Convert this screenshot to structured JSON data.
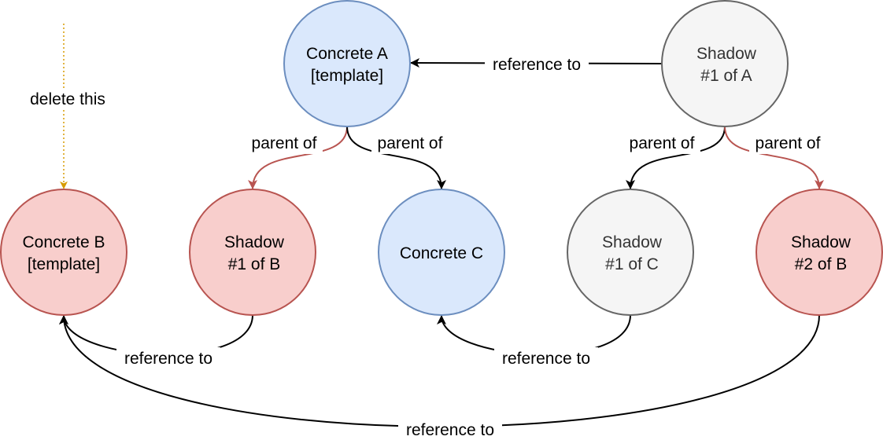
{
  "colors": {
    "concrete_blue_fill": "#dae8fc",
    "concrete_blue_stroke": "#6c8ebf",
    "red_fill": "#f8cecc",
    "red_stroke": "#b85450",
    "shadow_gray_fill": "#f5f5f5",
    "shadow_gray_stroke": "#666666",
    "shadow_gray_text": "#333333",
    "black_edge": "#000000",
    "red_edge": "#b85450",
    "delete_edge": "#d79b00"
  },
  "nodes": {
    "concrete_a": {
      "line1": "Concrete A",
      "line2": "[template]"
    },
    "shadow1_a": {
      "line1": "Shadow",
      "line2": "#1 of A"
    },
    "concrete_b": {
      "line1": "Concrete B",
      "line2": "[template]"
    },
    "shadow1_b": {
      "line1": "Shadow",
      "line2": "#1 of B"
    },
    "concrete_c": {
      "line1": "Concrete C"
    },
    "shadow1_c": {
      "line1": "Shadow",
      "line2": "#1 of C"
    },
    "shadow2_b": {
      "line1": "Shadow",
      "line2": "#2 of B"
    }
  },
  "edges": {
    "delete_this": "delete this",
    "a_ref_label": "reference to",
    "a_parent_b_label": "parent of",
    "a_parent_c_label": "parent of",
    "sa_parent_c_label": "parent of",
    "sa_parent_b_label": "parent of",
    "sb_ref_label": "reference to",
    "sc_ref_label": "reference to",
    "s2b_ref_label": "reference to"
  }
}
